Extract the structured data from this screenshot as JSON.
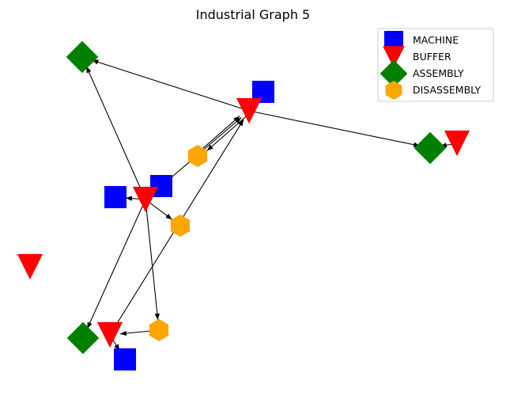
{
  "title": "Industrial Graph 5",
  "node_types": {
    "MACHINE": {
      "shape": "square",
      "color": "#0000ff"
    },
    "BUFFER": {
      "shape": "triangle-down",
      "color": "#ff0000"
    },
    "ASSEMBLY": {
      "shape": "diamond",
      "color": "#008000"
    },
    "DISASSEMBLY": {
      "shape": "hexagon",
      "color": "#ffa500"
    }
  },
  "legend": [
    {
      "type": "MACHINE",
      "label": "MACHINE"
    },
    {
      "type": "BUFFER",
      "label": "BUFFER"
    },
    {
      "type": "ASSEMBLY",
      "label": "ASSEMBLY"
    },
    {
      "type": "DISASSEMBLY",
      "label": "DISASSEMBLY"
    }
  ],
  "edge_color": "#000000",
  "nodes": [
    {
      "id": "asm_top_left",
      "type": "ASSEMBLY"
    },
    {
      "id": "machine_top",
      "type": "MACHINE"
    },
    {
      "id": "buffer_top",
      "type": "BUFFER"
    },
    {
      "id": "asm_right",
      "type": "ASSEMBLY"
    },
    {
      "id": "buffer_right",
      "type": "BUFFER"
    },
    {
      "id": "disasm_upper",
      "type": "DISASSEMBLY"
    },
    {
      "id": "machine_mid_right",
      "type": "MACHINE"
    },
    {
      "id": "machine_mid_left",
      "type": "MACHINE"
    },
    {
      "id": "buffer_mid",
      "type": "BUFFER"
    },
    {
      "id": "disasm_mid",
      "type": "DISASSEMBLY"
    },
    {
      "id": "buffer_isolated",
      "type": "BUFFER"
    },
    {
      "id": "asm_bottom",
      "type": "ASSEMBLY"
    },
    {
      "id": "buffer_bottom",
      "type": "BUFFER"
    },
    {
      "id": "disasm_bottom",
      "type": "DISASSEMBLY"
    },
    {
      "id": "machine_bottom",
      "type": "MACHINE"
    }
  ],
  "edges": [
    {
      "from": "buffer_top",
      "to": "asm_top_left"
    },
    {
      "from": "buffer_top",
      "to": "asm_right"
    },
    {
      "from": "buffer_top",
      "to": "disasm_upper"
    },
    {
      "from": "disasm_upper",
      "to": "buffer_top"
    },
    {
      "from": "machine_mid_right",
      "to": "buffer_top"
    },
    {
      "from": "buffer_bottom",
      "to": "buffer_top"
    },
    {
      "from": "buffer_right",
      "to": "asm_right"
    },
    {
      "from": "buffer_mid",
      "to": "asm_top_left"
    },
    {
      "from": "buffer_mid",
      "to": "machine_mid_left"
    },
    {
      "from": "buffer_mid",
      "to": "disasm_mid"
    },
    {
      "from": "buffer_mid",
      "to": "asm_bottom"
    },
    {
      "from": "buffer_mid",
      "to": "disasm_bottom"
    },
    {
      "from": "disasm_bottom",
      "to": "buffer_bottom"
    },
    {
      "from": "buffer_bottom",
      "to": "machine_bottom"
    }
  ]
}
